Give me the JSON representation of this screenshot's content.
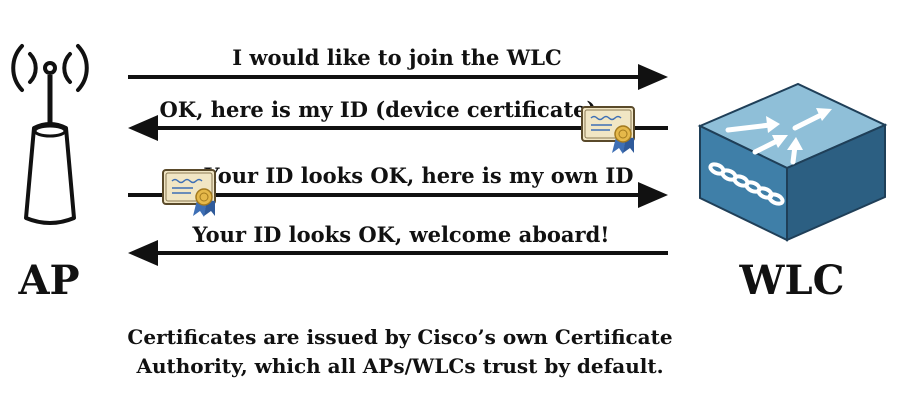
{
  "devices": {
    "left": {
      "label": "AP",
      "icon": "access-point-icon"
    },
    "right": {
      "label": "WLC",
      "icon": "wlc-switch-icon"
    }
  },
  "messages": [
    {
      "text": "I would like to join the WLC",
      "direction": "to-right"
    },
    {
      "text": "OK, here is my ID (device certificate)",
      "direction": "to-left",
      "icon": "certificate-icon"
    },
    {
      "text": "Your ID looks OK, here is my own ID",
      "direction": "to-right",
      "icon": "certificate-icon"
    },
    {
      "text": "Your ID looks OK, welcome aboard!",
      "direction": "to-left"
    }
  ],
  "note": {
    "line1": "Certificates are issued by Cisco’s own Certificate",
    "line2": "Authority, which all APs/WLCs trust by default."
  },
  "colors": {
    "arrow": "#111111",
    "switch_top": "#8fbfd8",
    "switch_front": "#3f7fa8",
    "switch_side": "#2c5f82",
    "certificate_paper": "#f1e6c4",
    "ribbon": "#3e6fb5"
  }
}
